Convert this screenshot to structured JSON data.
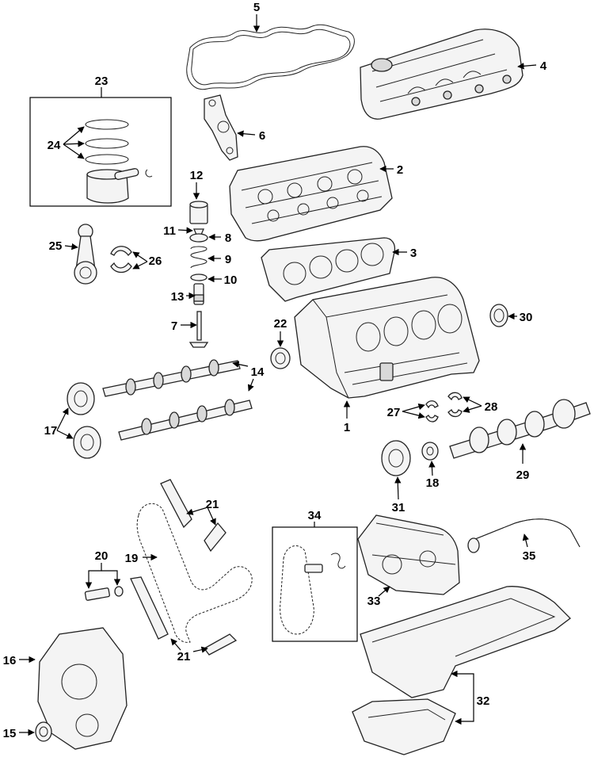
{
  "callouts": {
    "c1": "1",
    "c2": "2",
    "c3": "3",
    "c4": "4",
    "c5": "5",
    "c6": "6",
    "c7": "7",
    "c8": "8",
    "c9": "9",
    "c10": "10",
    "c11": "11",
    "c12": "12",
    "c13": "13",
    "c14": "14",
    "c15": "15",
    "c16": "16",
    "c17": "17",
    "c18": "18",
    "c19": "19",
    "c20": "20",
    "c21a": "21",
    "c21b": "21",
    "c22": "22",
    "c23": "23",
    "c24": "24",
    "c25": "25",
    "c26": "26",
    "c27": "27",
    "c28": "28",
    "c29": "29",
    "c30": "30",
    "c31": "31",
    "c32": "32",
    "c33": "33",
    "c34": "34",
    "c35": "35"
  }
}
